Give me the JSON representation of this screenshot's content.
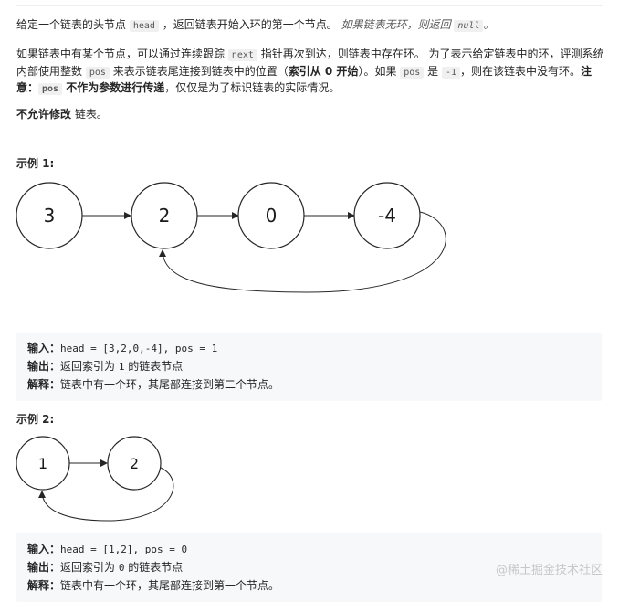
{
  "intro": {
    "p1": {
      "t1": "给定一个链表的头节点 ",
      "code_head": "head",
      "t2": " ，返回链表开始入环的第一个节点。 ",
      "em1": "如果链表无环，则返回 ",
      "code_null": "null",
      "t3": "。"
    },
    "p2": {
      "t1": "如果链表中有某个节点，可以通过连续跟踪 ",
      "code_next": "next",
      "t2": " 指针再次到达，则链表中存在环。 为了表示给定链表中的环，评测系统内部使用整数 ",
      "code_pos": "pos",
      "t3": " 来表示链表尾连接到链表中的位置（",
      "s1": "索引从 0 开始",
      "t4": "）。如果 ",
      "code_pos2": "pos",
      "t5": " 是 ",
      "code_neg1": "-1",
      "t6": "，则在该链表中没有环。",
      "s2": "注意：",
      "code_pos3": "pos",
      "s3": " 不作为参数进行传递",
      "t7": "，仅仅是为了标识链表的实际情况。"
    },
    "p3": {
      "s1": "不允许修改",
      "t1": " 链表。"
    }
  },
  "example1": {
    "title": "示例 1:",
    "nodes": [
      "3",
      "2",
      "0",
      "-4"
    ],
    "input_label": "输入：",
    "input_value": "head = [3,2,0,-4], pos = 1",
    "output_label": "输出：",
    "output_t1": "返回索引为 ",
    "output_code": "1",
    "output_t2": " 的链表节点",
    "explain_label": "解释：",
    "explain_value": "链表中有一个环，其尾部连接到第二个节点。"
  },
  "example2": {
    "title": "示例 2:",
    "nodes": [
      "1",
      "2"
    ],
    "input_label": "输入：",
    "input_value": "head = [1,2], pos = 0",
    "output_label": "输出：",
    "output_t1": "返回索引为 ",
    "output_code": "0",
    "output_t2": " 的链表节点",
    "explain_label": "解释：",
    "explain_value": "链表中有一个环，其尾部连接到第一个节点。"
  },
  "watermark": "@稀土掘金技术社区"
}
